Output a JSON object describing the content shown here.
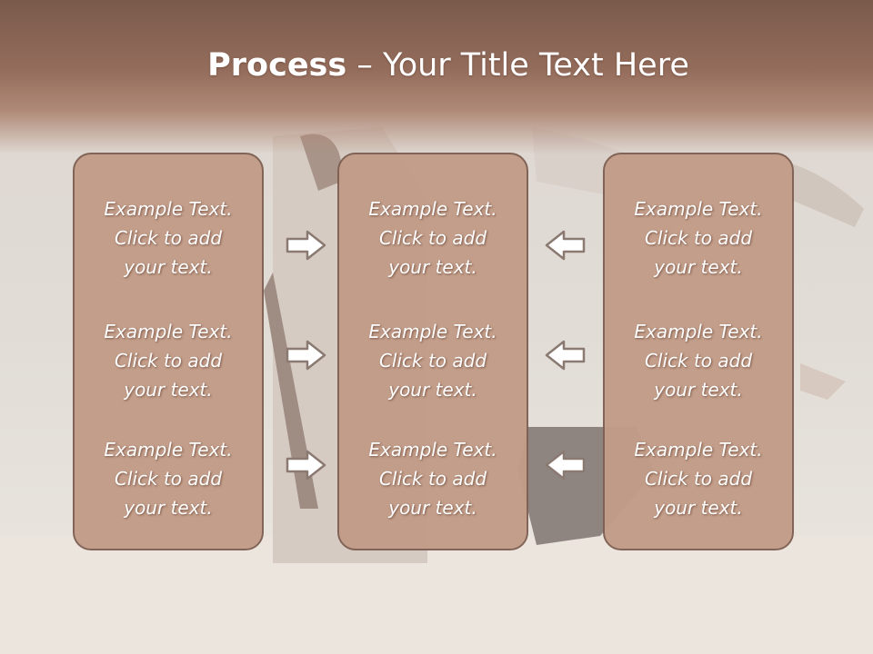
{
  "title": {
    "bold": "Process",
    "rest": " – Your Title Text Here"
  },
  "columns": [
    {
      "items": [
        {
          "line1": "Example Text.",
          "line2": "Click  to add",
          "line3": "your text."
        },
        {
          "line1": "Example Text.",
          "line2": "Click  to add",
          "line3": "your text."
        },
        {
          "line1": "Example Text.",
          "line2": "Click  to add",
          "line3": "your text."
        }
      ]
    },
    {
      "items": [
        {
          "line1": "Example Text.",
          "line2": "Click  to add",
          "line3": "your text."
        },
        {
          "line1": "Example Text.",
          "line2": "Click  to add",
          "line3": "your text."
        },
        {
          "line1": "Example Text.",
          "line2": "Click  to add",
          "line3": "your text."
        }
      ]
    },
    {
      "items": [
        {
          "line1": "Example Text.",
          "line2": "Click  to add",
          "line3": "your text."
        },
        {
          "line1": "Example Text.",
          "line2": "Click  to add",
          "line3": "your text."
        },
        {
          "line1": "Example Text.",
          "line2": "Click  to add",
          "line3": "your text."
        }
      ]
    }
  ],
  "icons": {
    "right_arrow": "arrow-right-icon",
    "left_arrow": "arrow-left-icon"
  },
  "colors": {
    "title_band": "#946c5b",
    "panel_fill": "#c29d89",
    "panel_border": "#7f6154",
    "text": "#ffffff"
  }
}
